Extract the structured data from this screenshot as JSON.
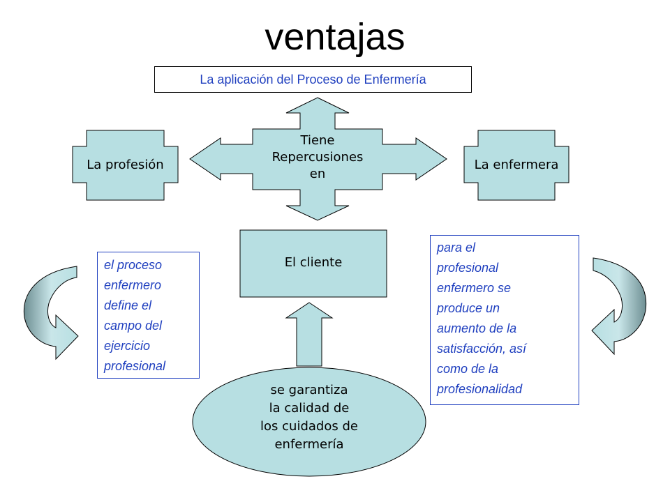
{
  "title": "ventajas",
  "top_box": "La aplicación del Proceso de Enfermería",
  "center_cross": "Tiene\nRepercusiones\nen",
  "left_node": "La profesión",
  "right_node": "La enfermera",
  "client_box": "El cliente",
  "oval": "se garantiza\nla calidad de\nlos cuidados de\nenfermería",
  "left_note": "el proceso\nenfermero\ndefine el\ncampo del\nejercicio\nprofesional",
  "right_note": "para el\nprofesional\nenfermero se\nproduce un\naumento de la\nsatisfacción, así\ncomo de la\nprofesionalidad",
  "colors": {
    "shape_fill": "#b7dfe2",
    "text_blue": "#1f3fbf",
    "stroke": "#000000"
  }
}
